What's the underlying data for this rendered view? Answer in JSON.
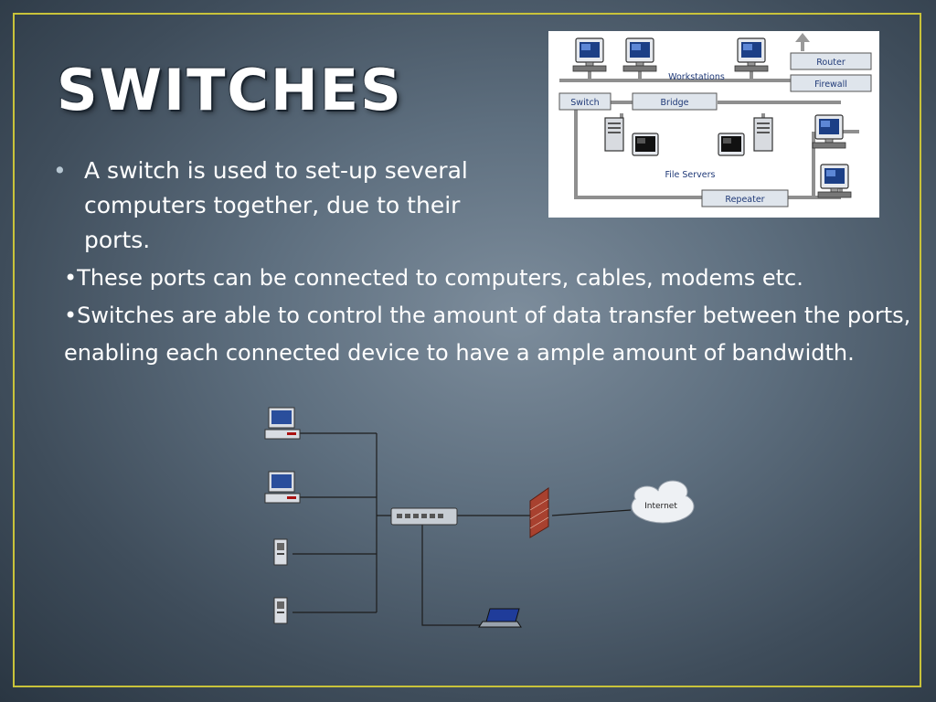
{
  "slide": {
    "title": "SWITCHES",
    "bullet": "A switch is used to set-up several computers together, due to their ports.",
    "paragraph": [
      "•These ports can be connected to computers, cables, modems etc.",
      "•Switches are able to control the amount of data transfer between the ports, enabling each connected device to have a ample amount of bandwidth."
    ]
  },
  "network_diagram": {
    "labels": {
      "workstations": "Workstations",
      "router": "Router",
      "firewall": "Firewall",
      "switch": "Switch",
      "bridge": "Bridge",
      "file_servers": "File Servers",
      "repeater": "Repeater"
    }
  },
  "switch_diagram": {
    "labels": {
      "internet": "Internet"
    }
  },
  "colors": {
    "frame_border": "#c9c33a",
    "title": "#ffffff",
    "text": "#ffffff",
    "label_box": "#dfe5ec"
  }
}
